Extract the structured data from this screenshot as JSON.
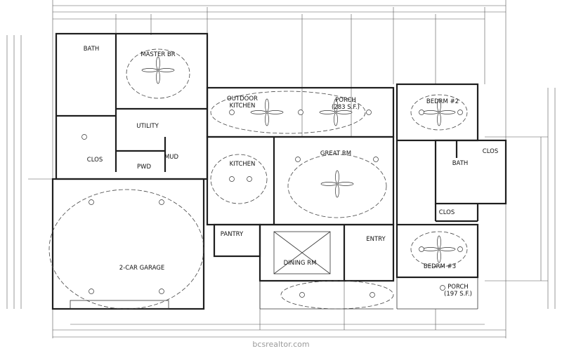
{
  "plan": {
    "rooms": {
      "master_bath": "BATH",
      "master_br": "MASTER BR",
      "utility": "UTILITY",
      "master_clos": "CLOS",
      "pwd": "PWD",
      "mud": "MUD",
      "outdoor_kitchen_1": "OUTDOOR",
      "outdoor_kitchen_2": "KITCHEN",
      "porch_rear_1": "PORCH",
      "porch_rear_2": "(283 S.F.)",
      "bedrm2": "BEDRM #2",
      "clos2": "CLOS",
      "bath2": "BATH",
      "kitchen": "KITCHEN",
      "great_rm": "GREAT RM",
      "clos3": "CLOS",
      "pantry": "PANTRY",
      "entry": "ENTRY",
      "dining_rm": "DINING RM",
      "garage": "2-CAR GARAGE",
      "bedrm3": "BEDRM #3",
      "porch_front_1": "PORCH",
      "porch_front_2": "(197 S.F.)"
    },
    "watermark": "bcsrealtor.com"
  }
}
